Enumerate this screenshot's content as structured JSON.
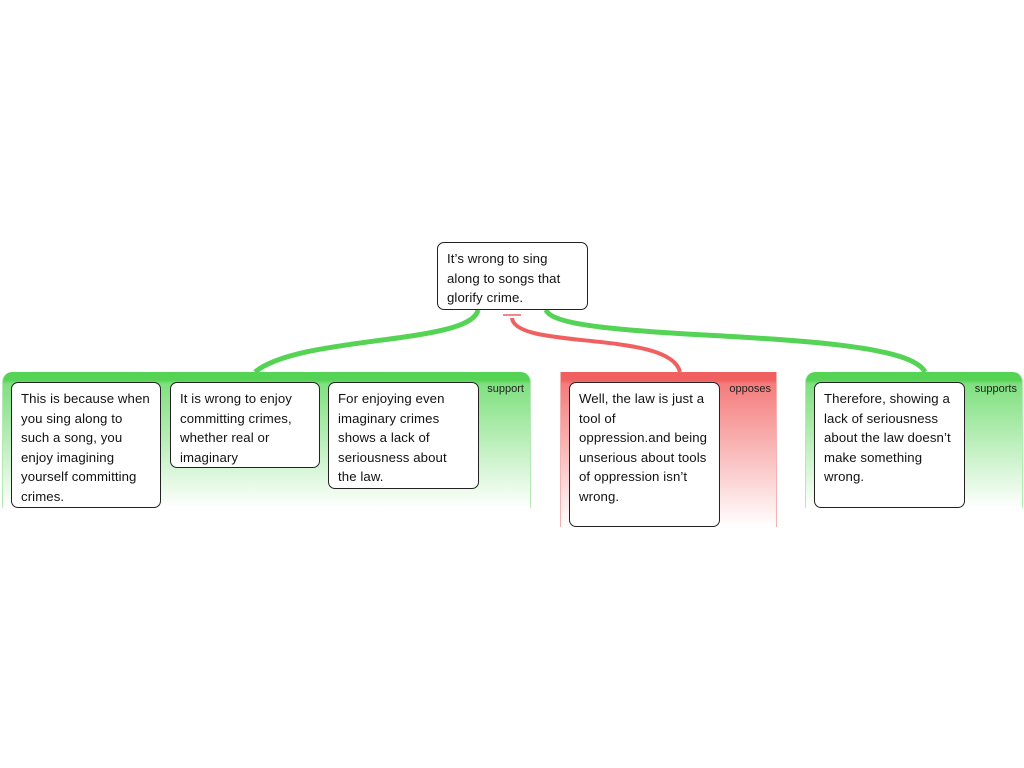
{
  "claim": {
    "text": "It’s wrong to sing along to songs that glorify crime."
  },
  "groups": [
    {
      "type": "support",
      "label": "support",
      "reasons": [
        "This is because when you sing along to such a song, you enjoy imagining yourself committing crimes.",
        "It is wrong to enjoy committing crimes, whether real or imaginary",
        "For enjoying even imaginary crimes shows a lack of seriousness about the law."
      ]
    },
    {
      "type": "oppose",
      "label": "opposes",
      "reasons": [
        "Well, the law is just a tool of oppression.and being unserious about tools of oppression isn’t wrong."
      ]
    },
    {
      "type": "support",
      "label": "supports",
      "reasons": [
        "Therefore, showing a lack of seriousness about the law doesn’t make something wrong."
      ]
    }
  ],
  "colors": {
    "support": "#55d355",
    "oppose": "#f06060",
    "box_border": "#222222"
  }
}
